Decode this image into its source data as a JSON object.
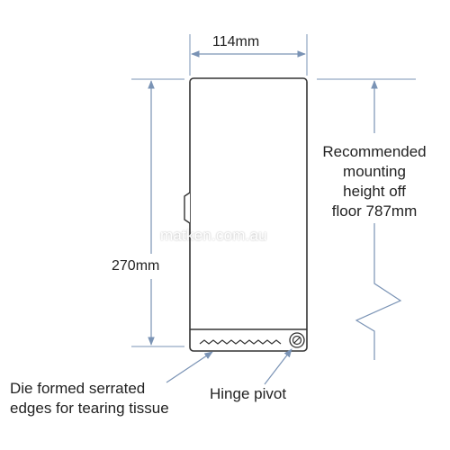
{
  "dimensions": {
    "width": "114mm",
    "height": "270mm"
  },
  "mounting_note": {
    "lines": [
      "Recommended",
      "mounting",
      "height off",
      "floor 787mm"
    ]
  },
  "callouts": {
    "serrated_edges": [
      "Die formed serrated",
      "edges for tearing tissue"
    ],
    "hinge": "Hinge pivot"
  },
  "watermark": "matken.com.au",
  "colors": {
    "dimension_line": "#7a93b5",
    "outline": "#333333",
    "leader_line": "#7a93b5"
  }
}
